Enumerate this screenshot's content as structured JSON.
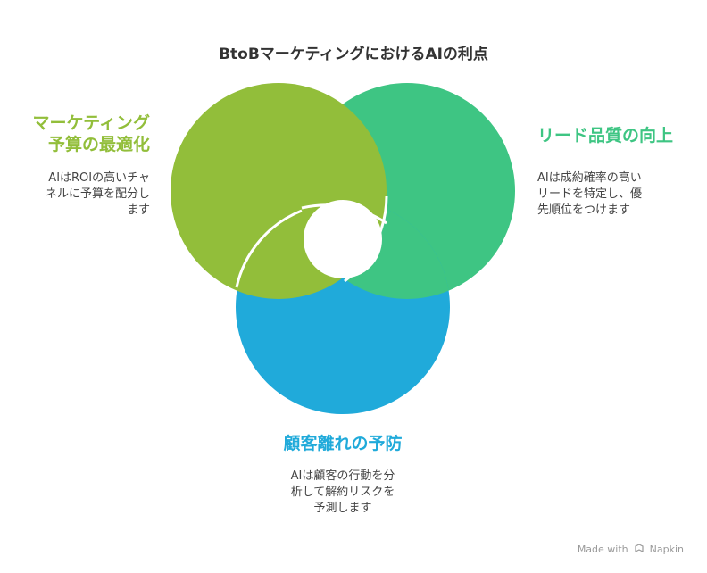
{
  "title": "BtoBマーケティングにおけるAIの利点",
  "colors": {
    "green": "#92BE3A",
    "teal": "#3EC583",
    "blue": "#20AADA",
    "title": "#333333",
    "text": "#444444"
  },
  "segments": {
    "marketing": {
      "heading_line1": "マーケティング",
      "heading_line2": "予算の最適化",
      "desc_line1": "AIはROIの高いチャ",
      "desc_line2": "ネルに予算を配分し",
      "desc_line3": "ます"
    },
    "leads": {
      "heading": "リード品質の向上",
      "desc_line1": "AIは成約確率の高い",
      "desc_line2": "リードを特定し、優",
      "desc_line3": "先順位をつけます"
    },
    "churn": {
      "heading": "顧客離れの予防",
      "desc_line1": "AIは顧客の行動を分",
      "desc_line2": "析して解約リスクを",
      "desc_line3": "予測します"
    }
  },
  "footer": {
    "made_with": "Made with",
    "brand": "Napkin",
    "logo_icon": "napkin-logo-icon"
  }
}
